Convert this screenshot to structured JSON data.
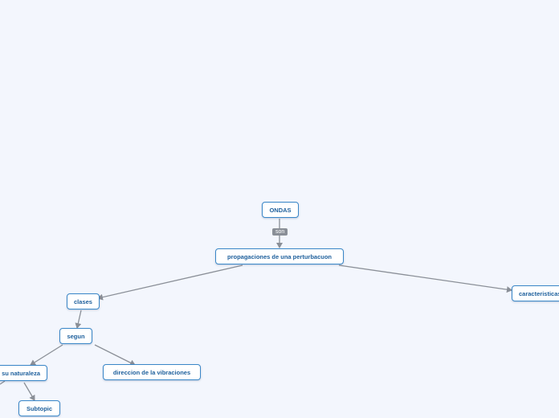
{
  "nodes": {
    "root": "ONDAS",
    "connector_label": "son",
    "main": "propagaciones de una perturbacuon",
    "clases": "clases",
    "caracteristicas": "caracteristicas",
    "segun": "segun",
    "naturaleza": "su naturaleza",
    "direccion": "direccion de la vibraciones",
    "subtopic": "Subtopic"
  },
  "colors": {
    "background": "#f3f6fd",
    "node_border": "#3a87c8",
    "node_text": "#1d5f9c",
    "connector": "#8a8f97"
  }
}
